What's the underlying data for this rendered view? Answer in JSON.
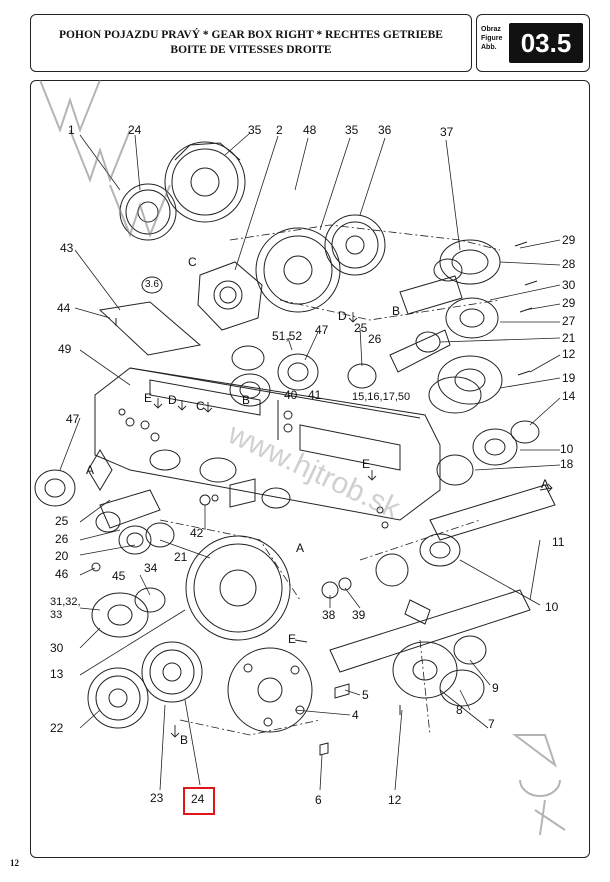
{
  "header": {
    "title_line1": "POHON POJAZDU PRAVÝ * GEAR BOX RIGHT * RECHTES GETRIEBE",
    "title_line2": "BOITE DE VITESSES DROITE",
    "figure_labels": [
      "Obraz",
      "Figure",
      "Abb."
    ],
    "figure_number": "03.5"
  },
  "watermark": "www.hjtrob.sk",
  "page_number": "12",
  "highlight_color": "#e0151b",
  "highlighted_callout": "24",
  "callouts": [
    {
      "id": "c1",
      "text": "1"
    },
    {
      "id": "c24a",
      "text": "24"
    },
    {
      "id": "c35a",
      "text": "35"
    },
    {
      "id": "c2",
      "text": "2"
    },
    {
      "id": "c48",
      "text": "48"
    },
    {
      "id": "c35b",
      "text": "35"
    },
    {
      "id": "c36",
      "text": "36"
    },
    {
      "id": "c37",
      "text": "37"
    },
    {
      "id": "c29a",
      "text": "29"
    },
    {
      "id": "c28",
      "text": "28"
    },
    {
      "id": "c30a",
      "text": "30"
    },
    {
      "id": "c29b",
      "text": "29"
    },
    {
      "id": "c27",
      "text": "27"
    },
    {
      "id": "c21a",
      "text": "21"
    },
    {
      "id": "c12a",
      "text": "12"
    },
    {
      "id": "c19",
      "text": "19"
    },
    {
      "id": "c14",
      "text": "14"
    },
    {
      "id": "c10a",
      "text": "10"
    },
    {
      "id": "c18",
      "text": "18"
    },
    {
      "id": "c43",
      "text": "43"
    },
    {
      "id": "c44",
      "text": "44"
    },
    {
      "id": "c36box",
      "text": "3.6"
    },
    {
      "id": "c5152",
      "text": "51,52"
    },
    {
      "id": "c47a",
      "text": "47"
    },
    {
      "id": "c25a",
      "text": "25"
    },
    {
      "id": "c26a",
      "text": "26"
    },
    {
      "id": "c1516",
      "text": "15,16,17,50"
    },
    {
      "id": "c49",
      "text": "49"
    },
    {
      "id": "c40",
      "text": "40"
    },
    {
      "id": "c41",
      "text": "41"
    },
    {
      "id": "c47b",
      "text": "47"
    },
    {
      "id": "c25b",
      "text": "25"
    },
    {
      "id": "c26b",
      "text": "26"
    },
    {
      "id": "c20",
      "text": "20"
    },
    {
      "id": "c46",
      "text": "46"
    },
    {
      "id": "c45",
      "text": "45"
    },
    {
      "id": "c42",
      "text": "42"
    },
    {
      "id": "c21b",
      "text": "21"
    },
    {
      "id": "c34",
      "text": "34"
    },
    {
      "id": "c3132",
      "text": "31,32,"
    },
    {
      "id": "c33",
      "text": "33"
    },
    {
      "id": "c30b",
      "text": "30"
    },
    {
      "id": "c13",
      "text": "13"
    },
    {
      "id": "c22",
      "text": "22"
    },
    {
      "id": "c23",
      "text": "23"
    },
    {
      "id": "c24b",
      "text": "24"
    },
    {
      "id": "c38",
      "text": "38"
    },
    {
      "id": "c39",
      "text": "39"
    },
    {
      "id": "c11",
      "text": "11"
    },
    {
      "id": "c10b",
      "text": "10"
    },
    {
      "id": "c5",
      "text": "5"
    },
    {
      "id": "c4",
      "text": "4"
    },
    {
      "id": "c6",
      "text": "6"
    },
    {
      "id": "c9",
      "text": "9"
    },
    {
      "id": "c8",
      "text": "8"
    },
    {
      "id": "c7",
      "text": "7"
    },
    {
      "id": "c12b",
      "text": "12"
    }
  ],
  "direction_letters": [
    {
      "id": "dE1",
      "text": "E"
    },
    {
      "id": "dD1",
      "text": "D"
    },
    {
      "id": "dC1",
      "text": "C"
    },
    {
      "id": "dB1",
      "text": "B"
    },
    {
      "id": "dD2",
      "text": "D"
    },
    {
      "id": "dC2",
      "text": "C"
    },
    {
      "id": "dB2",
      "text": "B"
    },
    {
      "id": "dE2",
      "text": "E"
    },
    {
      "id": "dA1",
      "text": "A"
    },
    {
      "id": "dA2",
      "text": "A"
    },
    {
      "id": "dA3",
      "text": "A"
    },
    {
      "id": "dE3",
      "text": "E"
    },
    {
      "id": "dB3",
      "text": "B"
    }
  ]
}
